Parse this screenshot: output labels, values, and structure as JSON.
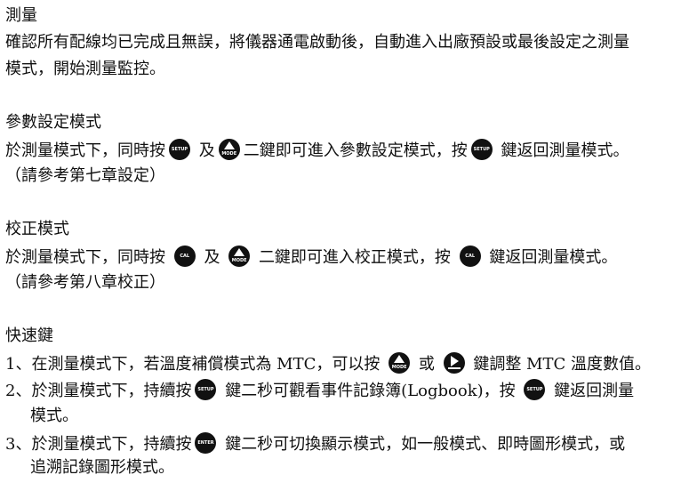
{
  "keys": {
    "setup": "SETUP",
    "mode": "MODE",
    "cal": "CAL",
    "enter": "ENTER"
  },
  "measure": {
    "title": "測量",
    "line1": "確認所有配線均已完成且無誤，將儀器通電啟動後，自動進入出廠預設或最後設定之測量",
    "line2": "模式，開始測量監控。"
  },
  "param": {
    "title": "參數設定模式",
    "t1": "於測量模式下，同時按",
    "t2": "及",
    "t3": "二鍵即可進入參數設定模式，按",
    "t4": "鍵返回測量模式。",
    "line2": "（請參考第七章設定）"
  },
  "cal": {
    "title": "校正模式",
    "t1": "於測量模式下，同時按",
    "t2": "及",
    "t3": "二鍵即可進入校正模式，按",
    "t4": "鍵返回測量模式。",
    "line2": "（請參考第八章校正）"
  },
  "quick": {
    "title": "快速鍵",
    "i1_num": "1、",
    "i1_t1": "在測量模式下，若溫度補償模式為 MTC，可以按",
    "i1_t2": "或",
    "i1_t3": "鍵調整 MTC 溫度數值。",
    "i2_num": "2、",
    "i2_t1": "於測量模式下，持續按",
    "i2_t2": "鍵二秒可觀看事件記錄簿(Logbook)，按",
    "i2_t3": "鍵返回測量",
    "i2_line2": "模式。",
    "i3_num": "3、",
    "i3_t1": "於測量模式下，持續按",
    "i3_t2": "鍵二秒可切換顯示模式，如一般模式、即時圖形模式，或",
    "i3_line2": "追溯記錄圖形模式。"
  }
}
